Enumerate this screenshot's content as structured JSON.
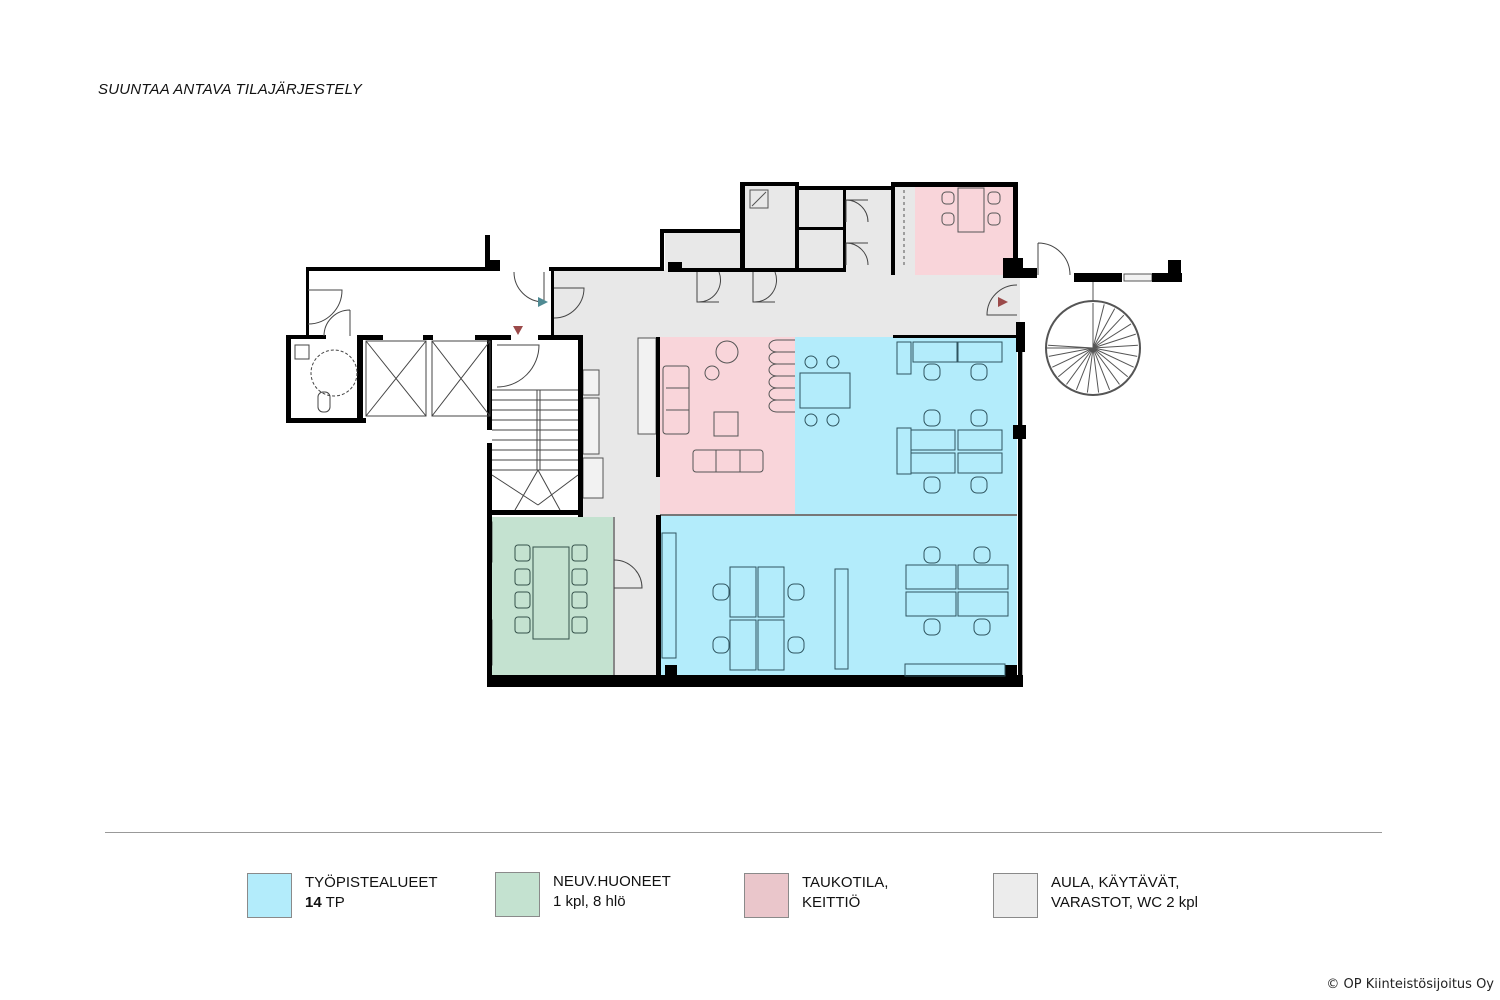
{
  "title": "SUUNTAA ANTAVA TILAJÄRJESTELY",
  "colors": {
    "workspace": "#b3ecfb",
    "meeting": "#c4e2d0",
    "break": "#f9d5da",
    "common": "#e8e8e8",
    "wall": "#000000",
    "entry_marker_teal": "#4f8a93",
    "entry_marker_red": "#9b4a4a"
  },
  "legend": [
    {
      "line1": "TYÖPISTEALUEET",
      "line2_bold": "14",
      "line2": " TP"
    },
    {
      "line1": "NEUV.HUONEET",
      "line2": "1 kpl, 8 hlö"
    },
    {
      "line1": "TAUKOTILA,",
      "line2": "KEITTIÖ"
    },
    {
      "line1": "AULA, KÄYTÄVÄT,",
      "line2": "VARASTOT, WC 2 kpl"
    }
  ],
  "copyright": "© OP Kiinteistösijoitus Oy"
}
